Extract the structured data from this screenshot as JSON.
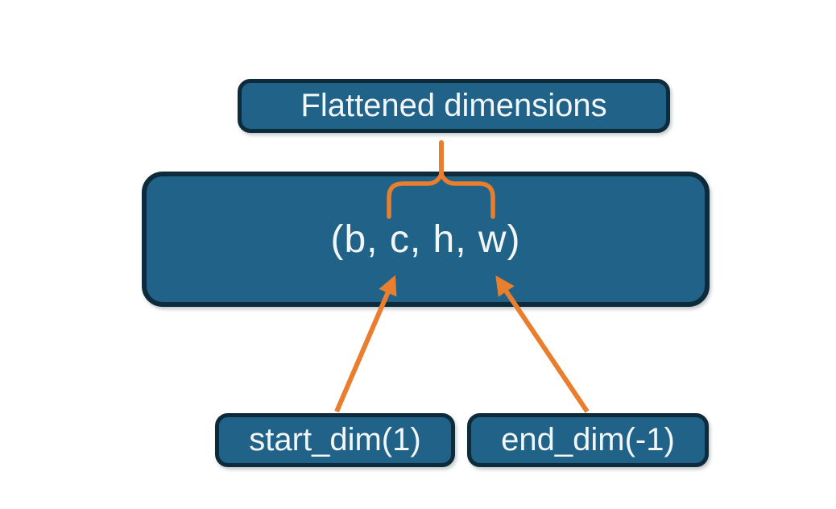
{
  "diagram": {
    "colors": {
      "background": "#ffffff",
      "box_fill": "#206288",
      "box_border": "#0d2b3a",
      "connector": "#e87e2e",
      "text": "#f2f6f7"
    },
    "nodes": {
      "flattened": {
        "label": "Flattened dimensions"
      },
      "tensor": {
        "label": "(b, c, h, w)"
      },
      "start_dim": {
        "label": "start_dim(1)"
      },
      "end_dim": {
        "label": "end_dim(-1)"
      }
    }
  }
}
